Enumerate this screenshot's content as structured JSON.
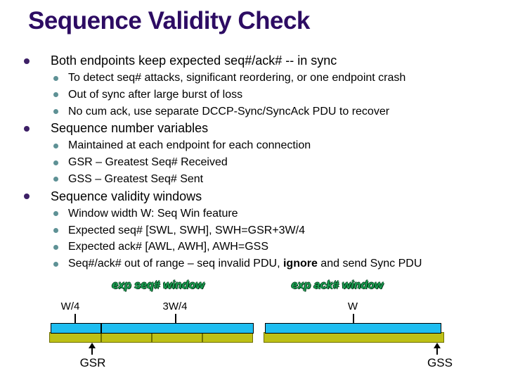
{
  "slide": {
    "title": "Sequence Validity Check",
    "bullets": [
      {
        "text": "Both endpoints keep expected seq#/ack# -- in sync",
        "subs": [
          "To detect seq# attacks, significant reordering, or one endpoint crash",
          "Out of sync after large burst of loss",
          "No cum ack, use separate DCCP-Sync/SyncAck PDU to recover"
        ]
      },
      {
        "text": "Sequence number variables",
        "subs": [
          "Maintained at each endpoint for each connection",
          "GSR – Greatest Seq# Received",
          "GSS – Greatest Seq# Sent"
        ]
      },
      {
        "text": "Sequence validity windows",
        "subs": [
          "Window width W: Seq Win feature",
          "Expected seq# [SWL, SWH], SWH=GSR+3W/4",
          "Expected ack# [AWL, AWH], AWH=GSS",
          {
            "pre": "Seq#/ack# out of range – seq invalid PDU, ",
            "bold": "ignore",
            "post": " and send Sync PDU"
          }
        ]
      }
    ]
  },
  "diagram": {
    "seq_window": {
      "caption": "exp seq# window",
      "width_labels": [
        "W/4",
        "3W/4"
      ],
      "marker_label": "GSR"
    },
    "ack_window": {
      "caption": "exp ack# window",
      "width_labels": [
        "W"
      ],
      "marker_label": "GSS"
    },
    "colors": {
      "window_bar": "#1ebdf0",
      "range_bar": "#bdc016",
      "caption_text": "#1aa252",
      "title_text": "#2d0c63"
    }
  }
}
